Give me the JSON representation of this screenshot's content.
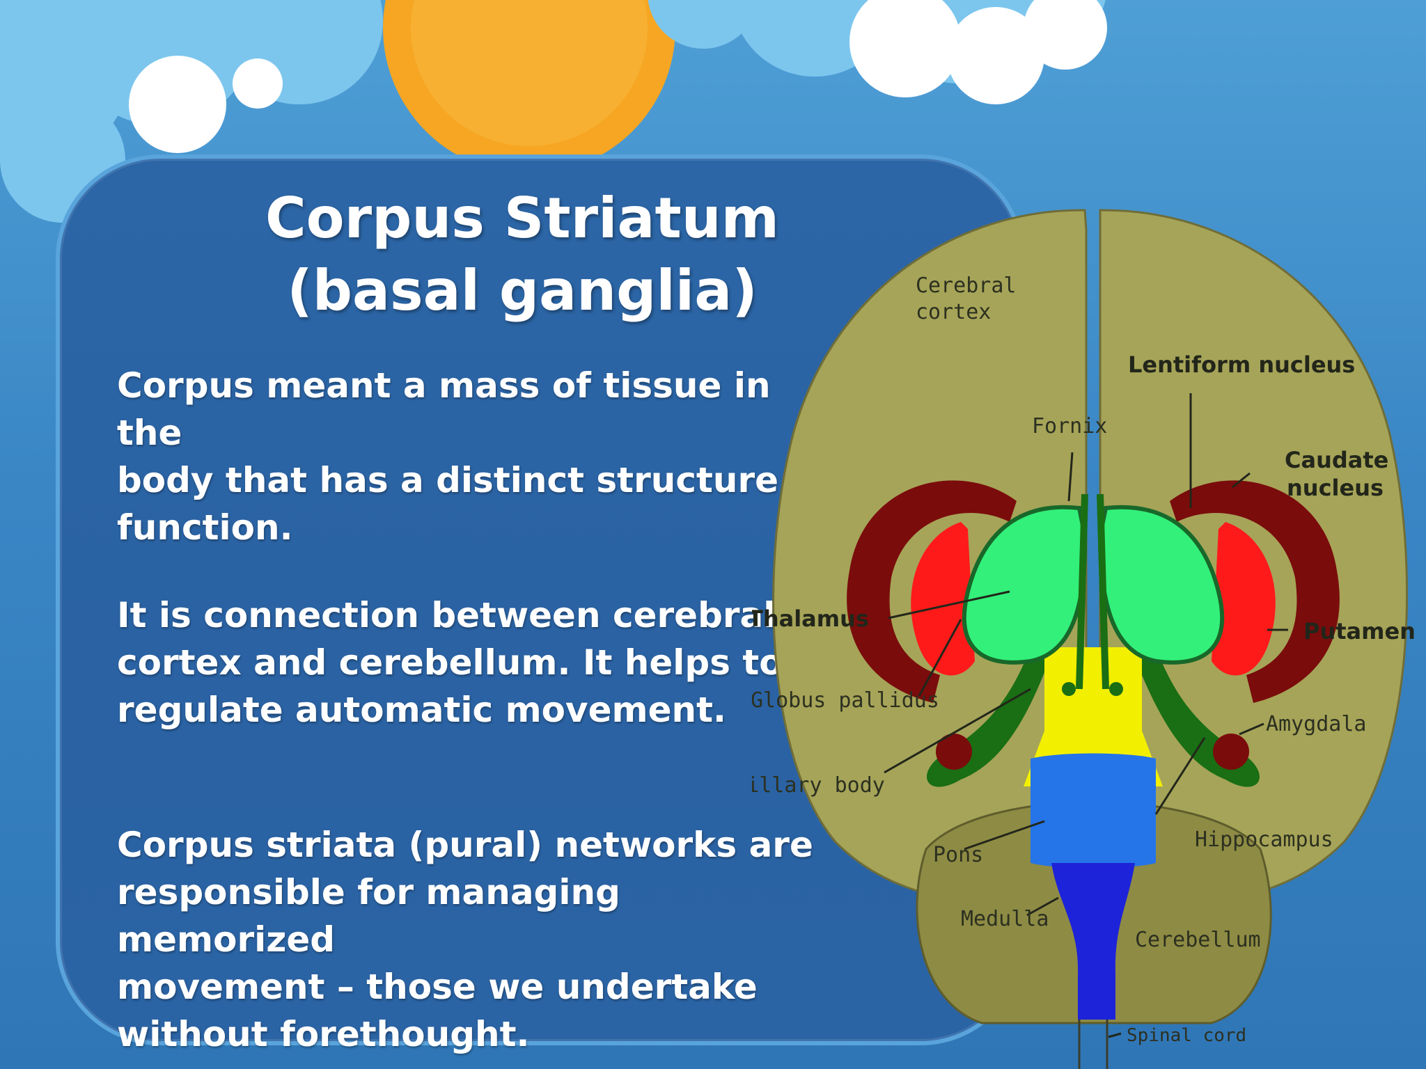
{
  "slide": {
    "title_line1": "Corpus Striatum",
    "title_line2": "(basal ganglia)",
    "paragraphs": [
      {
        "line1": "Corpus meant a mass of tissue in the",
        "line2": "body that has a distinct structure or",
        "line3": "function."
      },
      {
        "line1": "It is connection between cerebral",
        "line2": "cortex and cerebellum. It helps to",
        "line3": "regulate automatic movement."
      },
      {
        "line1": "Corpus striata (pural) networks are",
        "line2": "responsible for managing memorized",
        "line3": "movement – those we undertake",
        "line4": "without forethought."
      }
    ]
  },
  "diagram": {
    "labels": {
      "cerebral_cortex_1": "Cerebral",
      "cerebral_cortex_2": "cortex",
      "lentiform_nucleus": "Lentiform nucleus",
      "fornix": "Fornix",
      "caudate_nucleus_1": "Caudate",
      "caudate_nucleus_2": "nucleus",
      "thalamus": "Thalamus",
      "putamen": "Putamen",
      "globus_pallidus": "Globus pallidus",
      "amygdala": "Amygdala",
      "mamillary_body": "Mamillary body",
      "hippocampus": "Hippocampus",
      "pons": "Pons",
      "medulla": "Medulla",
      "cerebellum": "Cerebellum",
      "spinal_cord": "Spinal cord"
    },
    "colors": {
      "cortex": "#a6a458",
      "cerebellum": "#8e8b44",
      "caudate": "#7a0c0c",
      "putamen": "#ff1a1a",
      "thalamus": "#33f07a",
      "hippocampus": "#1a6e14",
      "brainstem": "#f2f000",
      "pons": "#2574e8",
      "medulla": "#1d23d8"
    }
  }
}
